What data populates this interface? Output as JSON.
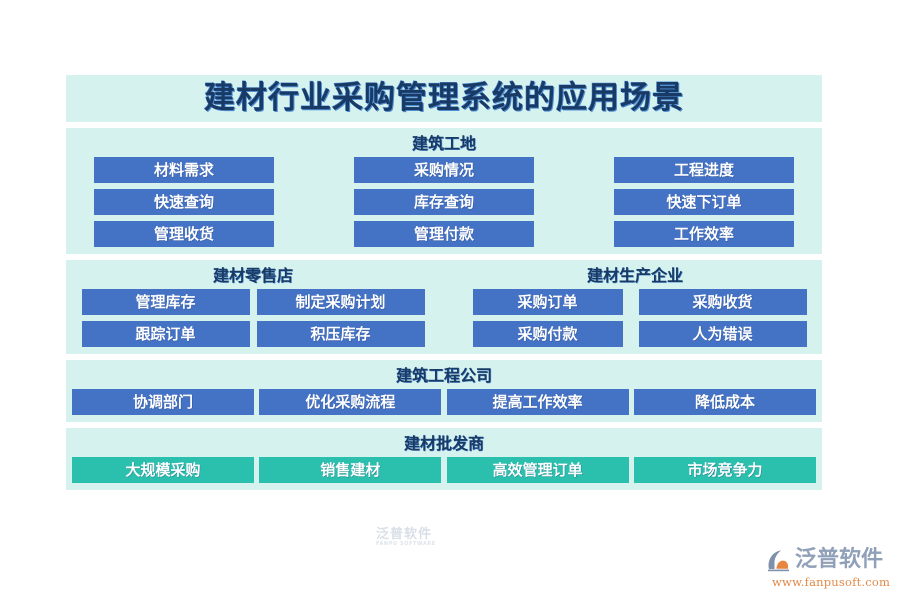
{
  "title": "建材行业采购管理系统的应用场景",
  "colors": {
    "panel_bg": "#d6f2ef",
    "chip_blue": "#4472c4",
    "chip_teal": "#2bbfae",
    "heading_text": "#1a3a66",
    "page_bg": "#ffffff",
    "logo_word": "#8fa0b8",
    "logo_url": "#e08a4a"
  },
  "sections": [
    {
      "id": "construction-site",
      "heading": "建筑工地",
      "rows": [
        [
          "材料需求",
          "采购情况",
          "工程进度"
        ],
        [
          "快速查询",
          "库存查询",
          "快速下订单"
        ],
        [
          "管理收货",
          "管理付款",
          "工作效率"
        ]
      ]
    },
    {
      "id": "retail-and-manufacturer",
      "groups": [
        {
          "id": "building-material-retail-store",
          "heading": "建材零售店",
          "rows": [
            [
              "管理库存",
              "制定采购计划"
            ],
            [
              "跟踪订单",
              "积压库存"
            ]
          ]
        },
        {
          "id": "building-material-manufacturer",
          "heading": "建材生产企业",
          "rows": [
            [
              "采购订单",
              "采购收货"
            ],
            [
              "采购付款",
              "人为错误"
            ]
          ]
        }
      ]
    },
    {
      "id": "construction-engineering-company",
      "heading": "建筑工程公司",
      "items": [
        "协调部门",
        "优化采购流程",
        "提高工作效率",
        "降低成本"
      ]
    },
    {
      "id": "building-material-wholesaler",
      "heading": "建材批发商",
      "items": [
        "大规模采购",
        "销售建材",
        "高效管理订单",
        "市场竞争力"
      ]
    }
  ],
  "watermark": {
    "text": "泛普软件",
    "sub": "FANPU SOFTWARE"
  },
  "logo": {
    "name": "泛普软件",
    "url": "www.fanpusoft.com"
  }
}
